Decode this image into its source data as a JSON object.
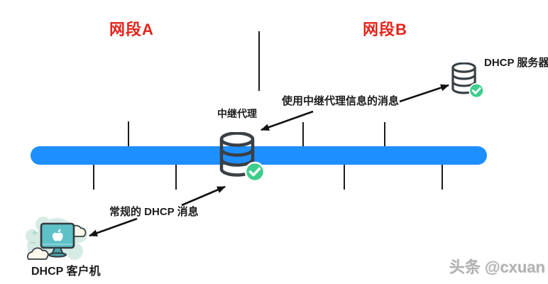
{
  "labels": {
    "segment_a": "网段A",
    "segment_b": "网段B",
    "relay_agent": "中继代理",
    "dhcp_server": "DHCP 服务器",
    "dhcp_client": "DHCP 客户机",
    "relay_info_message": "使用中继代理信息的消息",
    "normal_dhcp_message": "常规的 DHCP 消息",
    "watermark": "头条 @cxuan"
  },
  "icons": {
    "relay": "database-icon with green check badge",
    "server": "database-icon with green check badge",
    "client": "teal-monitor-with-apple-logo-and-clouds"
  },
  "colors": {
    "segment_label_red": "#e3241b",
    "network_bus_blue": "#1e8fff",
    "check_badge_green": "#3dcd8c",
    "line_black": "#1c1c1c",
    "client_monitor_teal": "#5ec1c7",
    "client_blob_mint": "#d6ebe4",
    "watermark_gray": "#b2b2b2"
  }
}
